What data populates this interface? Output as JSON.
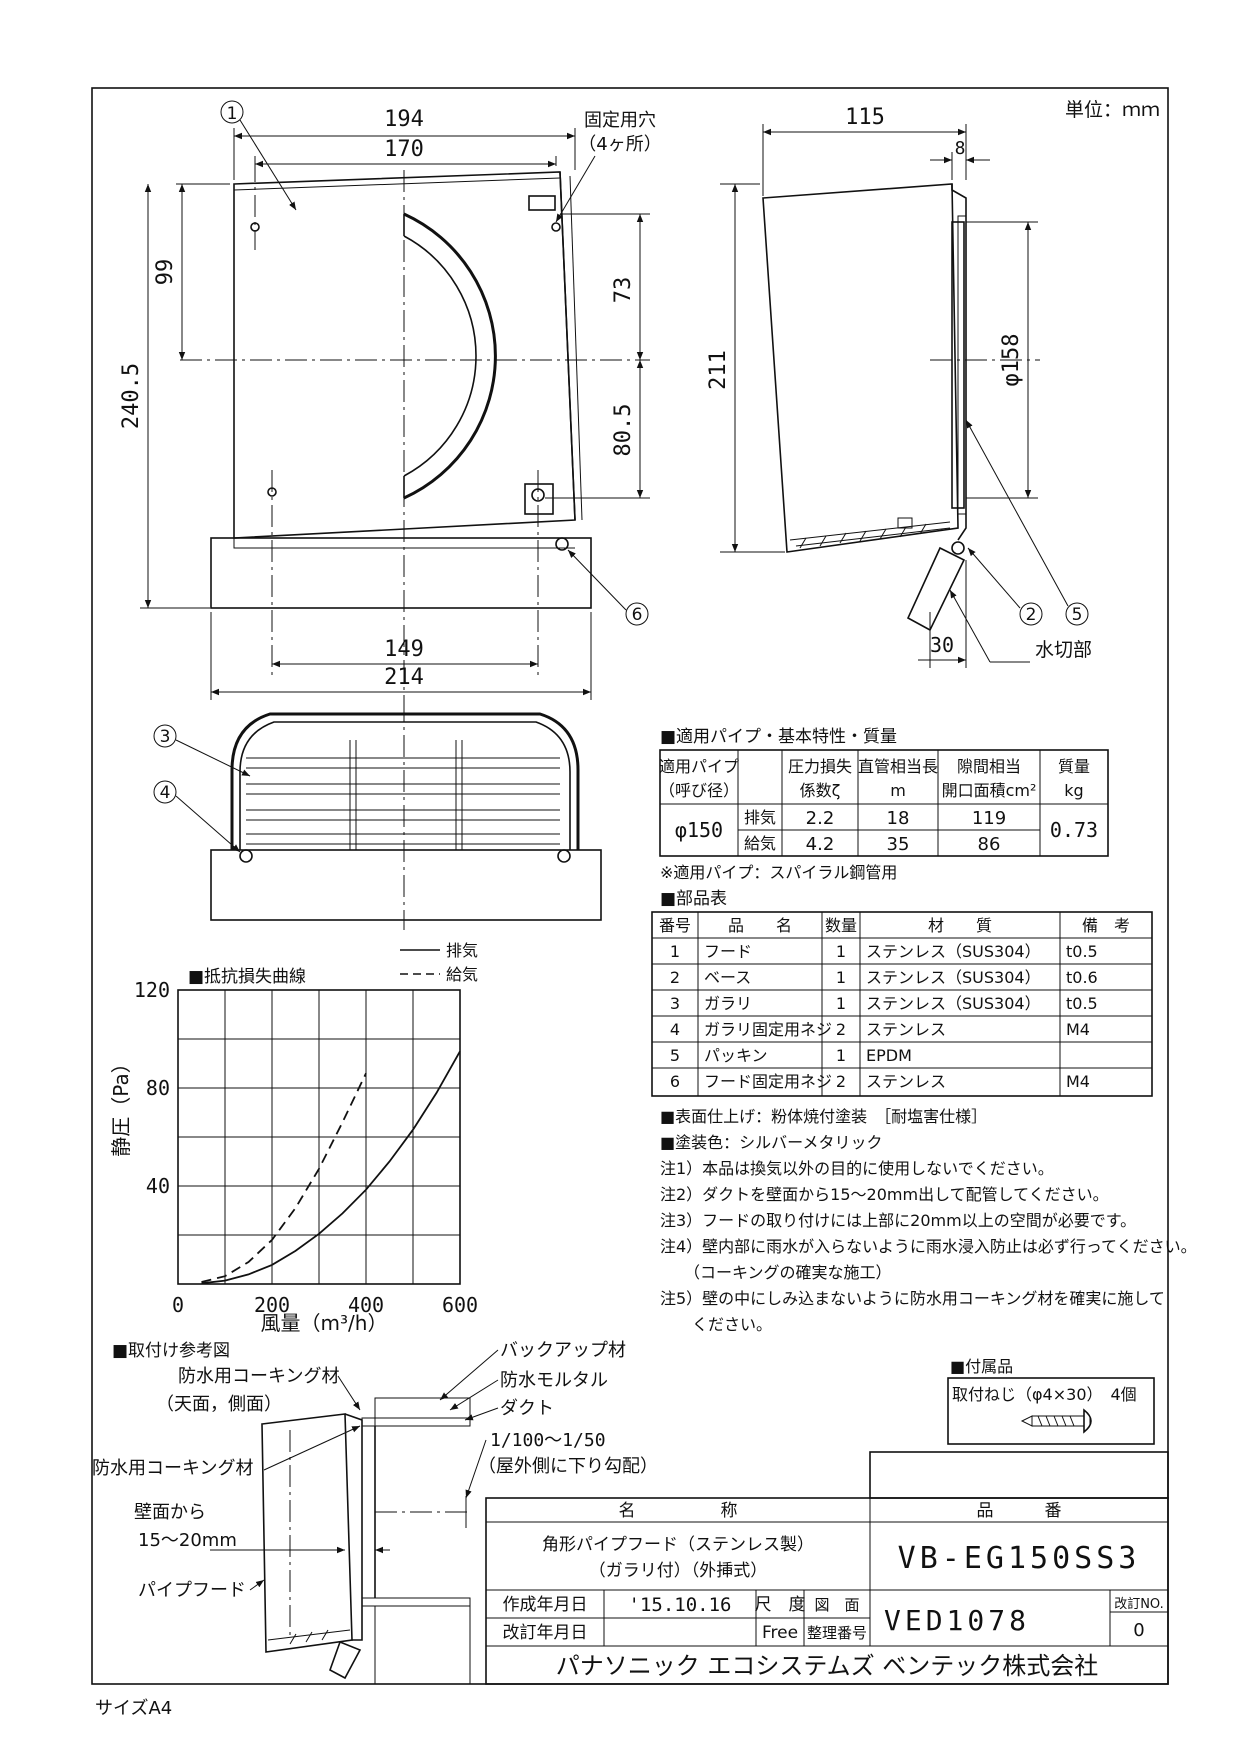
{
  "unit": "単位：ｍｍ",
  "size_note": "サイズA4",
  "front": {
    "dims": {
      "w194": "194",
      "w170": "170",
      "w149": "149",
      "w214": "214",
      "h99": "99",
      "h2405": "240.5",
      "h73": "73",
      "h805": "80.5"
    },
    "holes": [
      "固定用穴",
      "（4ヶ所）"
    ],
    "callouts": [
      "1",
      "6"
    ]
  },
  "side": {
    "dims": {
      "w115": "115",
      "w8": "8",
      "w30": "30",
      "h211": "211",
      "d158": "φ158"
    },
    "callouts": [
      "2",
      "5"
    ],
    "water": "水切部"
  },
  "bottom_view": {
    "callouts": [
      "3",
      "4"
    ]
  },
  "spec": {
    "heading": "■適用パイプ・基本特性・質量",
    "headers": [
      [
        "適用パイプ",
        "（呼び径）"
      ],
      [
        "",
        ""
      ],
      [
        "圧力損失",
        "係数ζ"
      ],
      [
        "直管相当長",
        "m"
      ],
      [
        "隙間相当",
        "開口面積cm²"
      ],
      [
        "質量",
        "kg"
      ]
    ],
    "pipe": "φ150",
    "mass": "0.73",
    "rows": [
      {
        "type": "排気",
        "zeta": "2.2",
        "len": "18",
        "area": "119"
      },
      {
        "type": "給気",
        "zeta": "4.2",
        "len": "35",
        "area": "86"
      }
    ],
    "note": "※適用パイプ：スパイラル鋼管用"
  },
  "parts": {
    "heading": "■部品表",
    "headers": [
      "番号",
      "品　　名",
      "数量",
      "材　　質",
      "備　考"
    ],
    "rows": [
      {
        "no": "1",
        "name": "フード",
        "qty": "1",
        "mat": "ステンレス（SUS304）",
        "note": "t0.5"
      },
      {
        "no": "2",
        "name": "ベース",
        "qty": "1",
        "mat": "ステンレス（SUS304）",
        "note": "t0.6"
      },
      {
        "no": "3",
        "name": "ガラリ",
        "qty": "1",
        "mat": "ステンレス（SUS304）",
        "note": "t0.5"
      },
      {
        "no": "4",
        "name": "ガラリ固定用ネジ",
        "qty": "2",
        "mat": "ステンレス",
        "note": "M4"
      },
      {
        "no": "5",
        "name": "パッキン",
        "qty": "1",
        "mat": "EPDM",
        "note": ""
      },
      {
        "no": "6",
        "name": "フード固定用ネジ",
        "qty": "2",
        "mat": "ステンレス",
        "note": "M4"
      }
    ]
  },
  "finish": [
    "■表面仕上げ：粉体焼付塗装　［耐塩害仕様］",
    "■塗装色：シルバーメタリック"
  ],
  "notes": [
    "注1）本品は換気以外の目的に使用しないでください。",
    "注2）ダクトを壁面から15～20mm出して配管してください。",
    "注3）フードの取り付けには上部に20mm以上の空間が必要です。",
    "注4）壁内部に雨水が入らないように雨水浸入防止は必ず行ってください。",
    "　　（コーキングの確実な施工）",
    "注5）壁の中にしみ込まないように防水用コーキング材を確実に施して",
    "　　ください。"
  ],
  "chart_data": {
    "type": "line",
    "title": "■抵抗損失曲線",
    "xlabel": "風量（m³/h）",
    "ylabel": "静圧（Pa）",
    "xlim": [
      0,
      600
    ],
    "ylim": [
      0,
      120
    ],
    "x_ticks": [
      "0",
      "200",
      "400",
      "600"
    ],
    "y_ticks": [
      "40",
      "80",
      "120"
    ],
    "grid": true,
    "legend_position": "top-right",
    "series": [
      {
        "name": "排気",
        "style": "solid",
        "x": [
          50,
          100,
          150,
          200,
          250,
          300,
          350,
          400,
          450,
          500,
          550,
          600
        ],
        "y": [
          0.3,
          1.4,
          3.9,
          7.8,
          13.5,
          20.5,
          28.8,
          38.5,
          50,
          63,
          78,
          95
        ]
      },
      {
        "name": "給気",
        "style": "dashed",
        "x": [
          50,
          100,
          150,
          200,
          250,
          300,
          350,
          400
        ],
        "y": [
          0.8,
          3.2,
          9,
          18,
          31,
          47,
          66,
          86
        ]
      }
    ]
  },
  "install": {
    "heading": "■取付け参考図",
    "labels": {
      "caulk_top1": "防水用コーキング材",
      "caulk_top2": "（天面，側面）",
      "caulk": "防水用コーキング材",
      "wall1": "壁面から",
      "wall2": "15～20mm",
      "hood": "パイプフード",
      "backup": "バックアップ材",
      "mortar": "防水モルタル",
      "duct": "ダクト",
      "slope1": "1/100～1/50",
      "slope2": "（屋外側に下り勾配）"
    }
  },
  "accessory": {
    "heading": "■付属品",
    "text": "取付ねじ（φ4×30）　4個"
  },
  "title_block": {
    "name_h": "名　　　　　称",
    "no_h": "品　　　番",
    "name1": "角形パイプフード（ステンレス製）",
    "name2": "（ガラリ付）（外挿式）",
    "product_no": "VB-EG150SS3",
    "created_label": "作成年月日",
    "created": "'15.10.16",
    "revised_label": "改訂年月日",
    "scale_label": "尺　度",
    "scale": "Free",
    "drawing_label1": "図　面",
    "drawing_label2": "整理番号",
    "drawing_no": "VED1078",
    "rev_label": "改訂NO.",
    "rev": "0",
    "company": "パナソニック エコシステムズ ベンテック株式会社"
  }
}
